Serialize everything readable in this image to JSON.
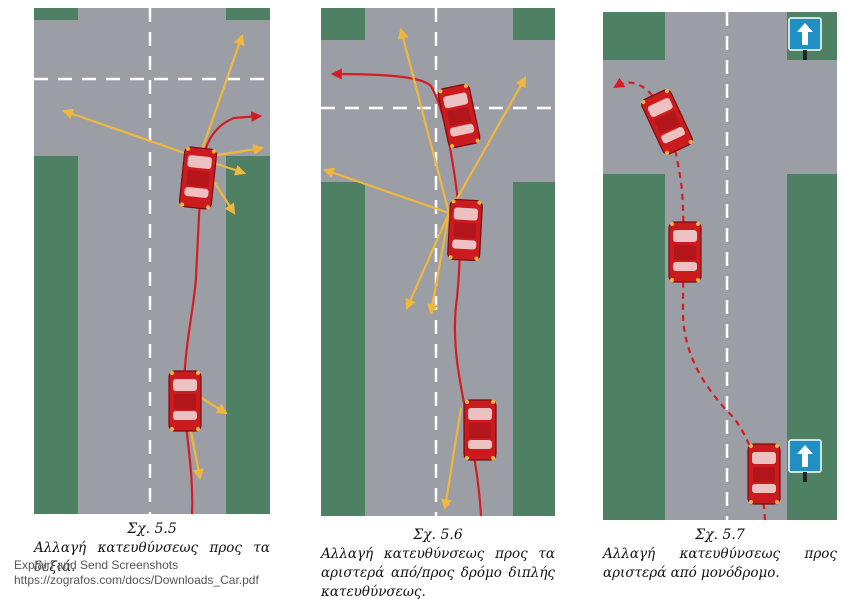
{
  "colors": {
    "road": "#9c9ea6",
    "grass": "#4e8064",
    "car": "#cc1b1e",
    "path": "#d61c22",
    "arrow": "#f0b73c",
    "sign": "#1f8fc4"
  },
  "figures": [
    {
      "number": "Σχ. 5.5",
      "caption": "Αλλαγή κατευθύνσεως προς τα δεξιά."
    },
    {
      "number": "Σχ. 5.6",
      "caption": "Αλλαγή κατευθύνσεως προς τα αριστερά από/προς δρόμο διπλής κατευθύνσεως."
    },
    {
      "number": "Σχ. 5.7",
      "caption": "Αλλαγή κατευθύνσεως προς αριστερά από μονόδρομο."
    }
  ],
  "overlay": {
    "title": "Explain and Send Screenshots",
    "url": "https://zografos.com/docs/Downloads_Car.pdf"
  },
  "icons": [
    "one-way-sign-icon",
    "arrow-up-icon"
  ]
}
